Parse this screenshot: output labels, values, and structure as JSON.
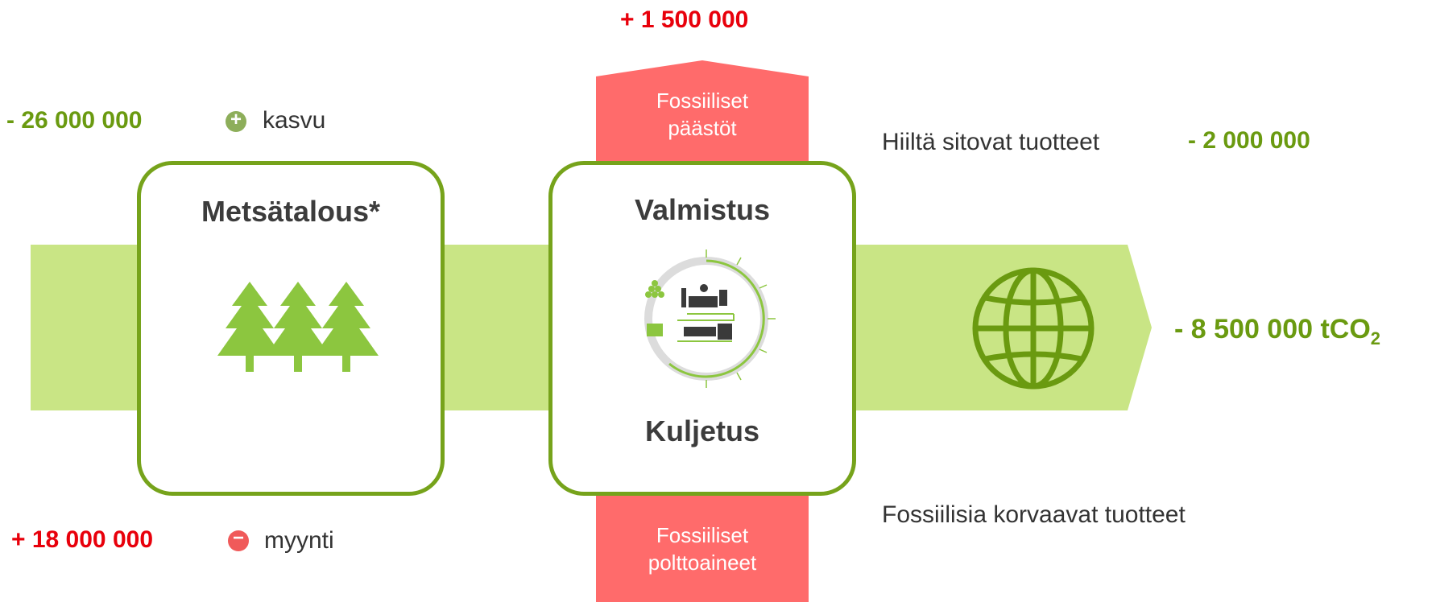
{
  "emissions_top": "+ 1 500 000",
  "forestry": {
    "growth_value": "- 26 000 000",
    "growth_label": "kasvu",
    "sales_value": "+ 18 000 000",
    "sales_label": "myynti",
    "title": "Metsätalous*",
    "icon": "trees-icon"
  },
  "manufacturing": {
    "title_top": "Valmistus",
    "title_bottom": "Kuljetus",
    "fossil_emissions_line1": "Fossiiliset",
    "fossil_emissions_line2": "päästöt",
    "fossil_fuels_line1": "Fossiiliset",
    "fossil_fuels_line2": "polttoaineet",
    "icon": "production-process-icon"
  },
  "products": {
    "carbon_storing_label": "Hiiltä sitovat tuotteet",
    "carbon_storing_value": "- 2 000 000",
    "fossil_replacing_label": "Fossiilisia korvaavat tuotteet",
    "icon": "globe-icon"
  },
  "total": {
    "value": "- 8 500 000 tCO",
    "subscript": "2"
  },
  "colors": {
    "green_band": "#c9e585",
    "green_dark": "#76a31b",
    "green_text": "#6a9a10",
    "tree_green": "#8cc63f",
    "red_block": "#ff6b6b",
    "red_text": "#e8000b",
    "plus_circle": "#8dae5a",
    "minus_circle": "#f05a5a"
  }
}
